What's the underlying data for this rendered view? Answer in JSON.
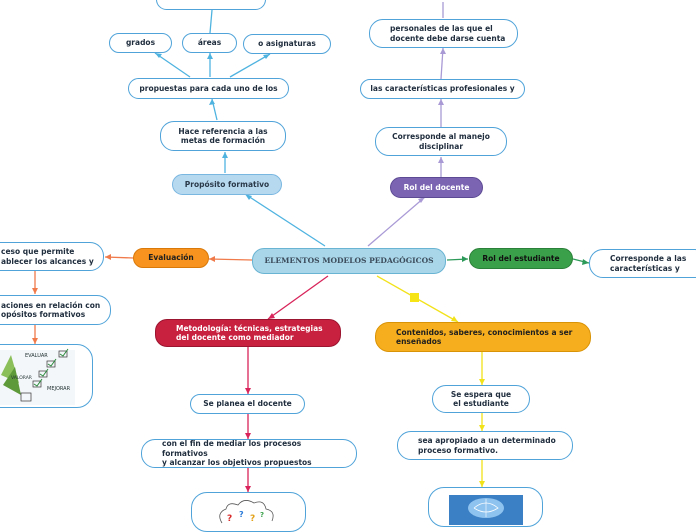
{
  "center": "ELEMENTOS MODELOS PEDAGÓGICOS",
  "branches": {
    "proposito": "Propósito formativo",
    "rol_docente": "Rol del docente",
    "rol_estudiante": "Rol del estudiante",
    "evaluacion": "Evaluación",
    "metodologia": "Metodología: técnicas, estrategias\ndel docente como mediador",
    "contenidos": "Contenidos, saberes, conocimientos a ser\nenseñados"
  },
  "proposito_chain": {
    "hace_referencia": "Hace referencia a las\nmetas de formación",
    "propuestas": "propuestas para cada uno de los",
    "grados": "grados",
    "areas": "áreas",
    "asignaturas": "o asignaturas"
  },
  "rol_docente_chain": {
    "corresponde": "Corresponde al manejo\ndisciplinar",
    "caracteristicas": "las características profesionales y",
    "personales": "personales de las que el\ndocente debe darse cuenta"
  },
  "rol_estudiante_chain": {
    "corresponde": "Corresponde a las\ncaracterísticas y"
  },
  "evaluacion_chain": {
    "proceso": "ceso que permite\nablecer los alcances y",
    "acciones": "aciones en relación con\nopósitos formativos"
  },
  "evaluacion_image": {
    "label1": "EVALUAR",
    "label2": "VALORAR",
    "label3": "MEJORAR"
  },
  "metodologia_chain": {
    "planea": "Se planea el docente",
    "fin": "con el fin de mediar los procesos formativos\ny alcanzar los objetivos propuestos"
  },
  "contenidos_chain": {
    "espera": "Se espera que\nel estudiante",
    "apropiado": "sea apropiado a un  determinado\nproceso formativo."
  },
  "colors": {
    "blue_line": "#4fb3e0",
    "purple_line": "#a99ad6",
    "orange_line": "#f07a4a",
    "green_line": "#2e9a5a",
    "red_line": "#d8245a",
    "yellow_line": "#f2e21a"
  }
}
